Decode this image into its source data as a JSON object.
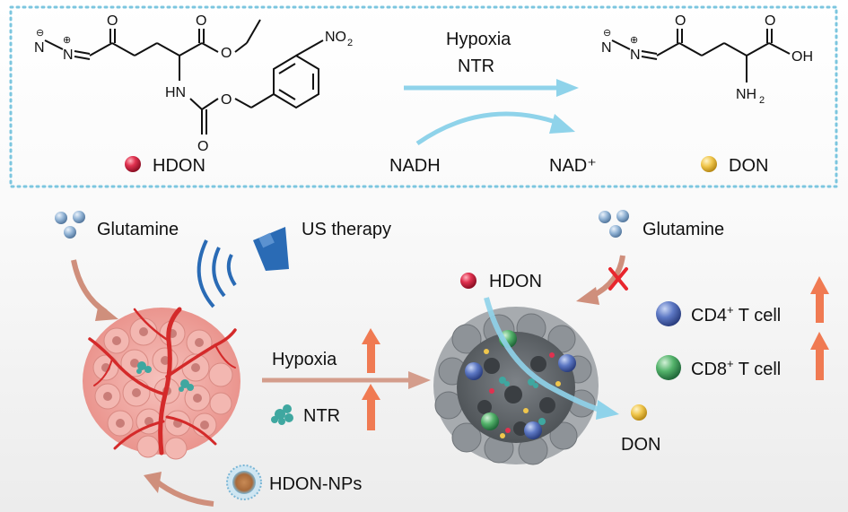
{
  "reaction": {
    "condition_top": "Hypoxia",
    "condition_bottom": "NTR",
    "reactant_label": "HDON",
    "product_label": "DON",
    "cofactor_in": "NADH",
    "cofactor_out": "NAD⁺",
    "structure_text": {
      "n_diazo": "N",
      "n_charge": "⊖",
      "n_plus": "⊕",
      "oxo": "O",
      "ester_o": "O",
      "carbonyl_o": "O",
      "hn": "HN",
      "carbamate_o1": "O",
      "carbamate_o2": "O",
      "nitro": "NO",
      "nitro_sub": "2",
      "acid_oh": "OH",
      "acid_o": "O",
      "amine": "NH",
      "amine_sub": "2"
    }
  },
  "scheme": {
    "glutamine_left": "Glutamine",
    "us_therapy": "US therapy",
    "hypoxia": "Hypoxia",
    "ntr": "NTR",
    "hdon_nps": "HDON-NPs",
    "glutamine_right": "Glutamine",
    "hdon": "HDON",
    "don": "DON",
    "cd4_base": "CD4",
    "cd4_sup": "+",
    "cd4_suffix": " T cell",
    "cd8_base": "CD8",
    "cd8_sup": "+",
    "cd8_suffix": " T cell"
  },
  "colors": {
    "dotted_border": "#7cc6df",
    "reaction_arrow": "#8fd3ea",
    "brown_arrow": "#cf8f7c",
    "up_arrow": "#f07a52",
    "red_cross": "#e8262d",
    "hdon_sphere": "#e0314f",
    "don_sphere": "#f0c64c",
    "glutamine_sphere": "#8fb1d3",
    "cd4_sphere": "#5d78c4",
    "cd8_sphere": "#54b36b",
    "us_device": "#2a6bb5",
    "tumor_pink": "#f0a9a4",
    "tumor_gray": "#8a8f94"
  }
}
